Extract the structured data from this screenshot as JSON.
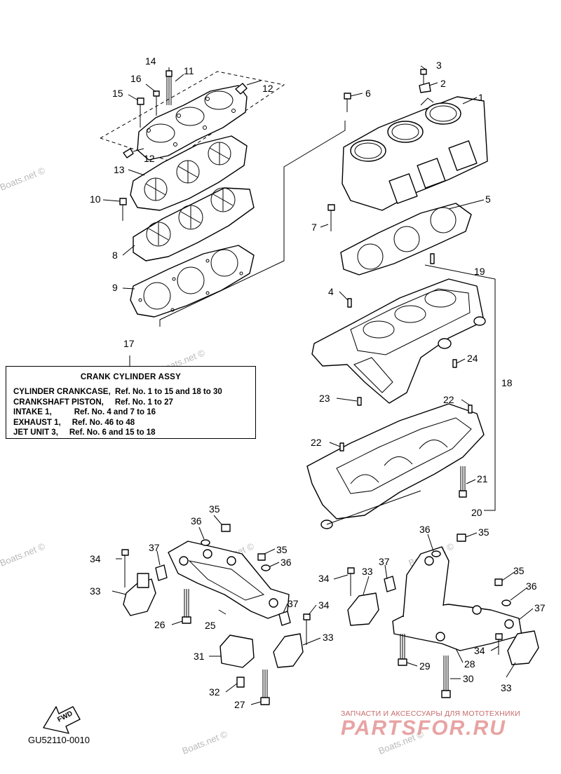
{
  "callouts": [
    {
      "id": "c1",
      "label": "1"
    },
    {
      "id": "c2",
      "label": "2"
    },
    {
      "id": "c3",
      "label": "3"
    },
    {
      "id": "c4",
      "label": "4"
    },
    {
      "id": "c5",
      "label": "5"
    },
    {
      "id": "c6",
      "label": "6"
    },
    {
      "id": "c7",
      "label": "7"
    },
    {
      "id": "c8",
      "label": "8"
    },
    {
      "id": "c9",
      "label": "9"
    },
    {
      "id": "c10",
      "label": "10"
    },
    {
      "id": "c11",
      "label": "11"
    },
    {
      "id": "c12a",
      "label": "12"
    },
    {
      "id": "c12b",
      "label": "12"
    },
    {
      "id": "c13",
      "label": "13"
    },
    {
      "id": "c14",
      "label": "14"
    },
    {
      "id": "c15",
      "label": "15"
    },
    {
      "id": "c16",
      "label": "16"
    },
    {
      "id": "c17",
      "label": "17"
    },
    {
      "id": "c18",
      "label": "18"
    },
    {
      "id": "c19",
      "label": "19"
    },
    {
      "id": "c20",
      "label": "20"
    },
    {
      "id": "c21",
      "label": "21"
    },
    {
      "id": "c22a",
      "label": "22"
    },
    {
      "id": "c22b",
      "label": "22"
    },
    {
      "id": "c23",
      "label": "23"
    },
    {
      "id": "c24",
      "label": "24"
    },
    {
      "id": "c25",
      "label": "25"
    },
    {
      "id": "c26",
      "label": "26"
    },
    {
      "id": "c27",
      "label": "27"
    },
    {
      "id": "c28",
      "label": "28"
    },
    {
      "id": "c29",
      "label": "29"
    },
    {
      "id": "c30",
      "label": "30"
    },
    {
      "id": "c31",
      "label": "31"
    },
    {
      "id": "c32",
      "label": "32"
    },
    {
      "id": "c33a",
      "label": "33"
    },
    {
      "id": "c33b",
      "label": "33"
    },
    {
      "id": "c33c",
      "label": "33"
    },
    {
      "id": "c33d",
      "label": "33"
    },
    {
      "id": "c34a",
      "label": "34"
    },
    {
      "id": "c34b",
      "label": "34"
    },
    {
      "id": "c34c",
      "label": "34"
    },
    {
      "id": "c34d",
      "label": "34"
    },
    {
      "id": "c35a",
      "label": "35"
    },
    {
      "id": "c35b",
      "label": "35"
    },
    {
      "id": "c35c",
      "label": "35"
    },
    {
      "id": "c35d",
      "label": "35"
    },
    {
      "id": "c36a",
      "label": "36"
    },
    {
      "id": "c36b",
      "label": "36"
    },
    {
      "id": "c36c",
      "label": "36"
    },
    {
      "id": "c36d",
      "label": "36"
    },
    {
      "id": "c37a",
      "label": "37"
    },
    {
      "id": "c37b",
      "label": "37"
    },
    {
      "id": "c37c",
      "label": "37"
    },
    {
      "id": "c37d",
      "label": "37"
    }
  ],
  "info_box": {
    "title": "CRANK CYLINDER ASSY",
    "lines": [
      "CYLINDER CRANKCASE,  Ref. No. 1 to 15 and 18 to 30",
      "CRANKSHAFT PISTON,     Ref. No. 1 to 27",
      "INTAKE 1,          Ref. No. 4 and 7 to 16",
      "EXHAUST 1,     Ref. No. 46 to 48",
      "JET UNIT 3,     Ref. No. 6 and 15 to 18"
    ]
  },
  "watermark": "Boats.net ©",
  "fwd_label": "FWD",
  "diagram_code": "GU52110-0010",
  "brand": {
    "tagline": "ЗАПЧАСТИ И АКСЕССУАРЫ ДЛЯ МОТОТЕХНИКИ",
    "logo": "PARTSFOR.RU"
  }
}
